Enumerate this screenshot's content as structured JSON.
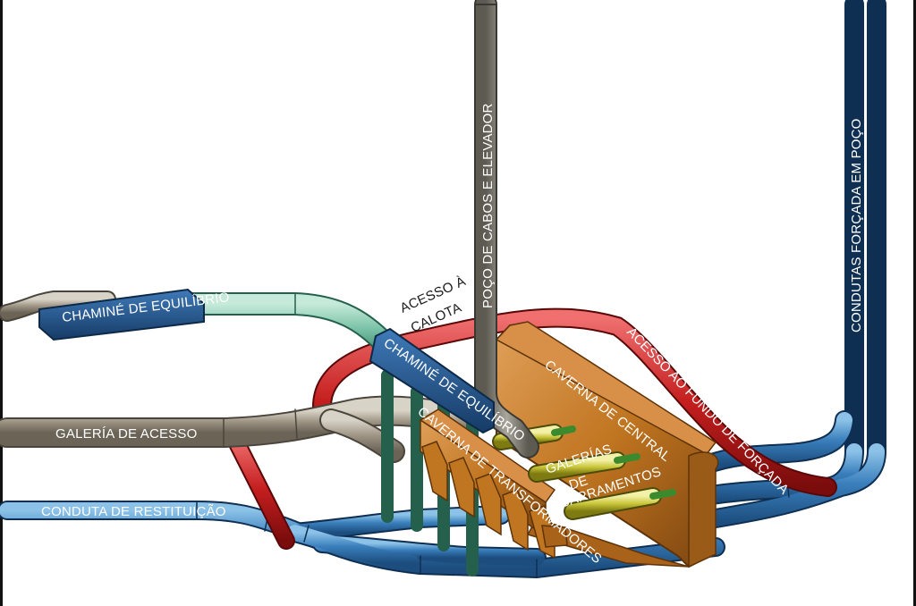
{
  "colors": {
    "restitution_pipe": "#2f6fa6",
    "surge_chimney_pipe": "#7bc3a8",
    "access_gallery": "#9e9484",
    "red_access": "#c41e1e",
    "cavern": "#c07520",
    "busbar": "#c9c63a",
    "cable_shaft": "#7d7b73",
    "chimney_box": "#1f4f86"
  },
  "labels": {
    "chamine_left": "CHAMINÉ DE EQUILÍBRIO",
    "chamine_center": "CHAMINÉ DE EQUILÍBRIO",
    "galeria_acesso": "GALERÍA DE ACESSO",
    "conduta_restituicao": "CONDUTA DE RESTITUIÇÃO",
    "acesso_calota_1": "ACESSO À",
    "acesso_calota_2": "CALOTA",
    "poco_cabos": "POÇO DE CABOS E ELEVADOR",
    "acesso_fundo": "ACESSO AO FUNDO DE FORÇADA",
    "caverna_central": "CAVERNA DE CENTRAL",
    "caverna_transformadores": "CAVERNA DE TRANSFORMADORES",
    "galerias_1": "GALERÍAS",
    "galerias_2": "DE",
    "galerias_3": "BARRAMENTOS",
    "condutas_forcada": "CONDUTAS FORÇADA EM POÇO"
  }
}
